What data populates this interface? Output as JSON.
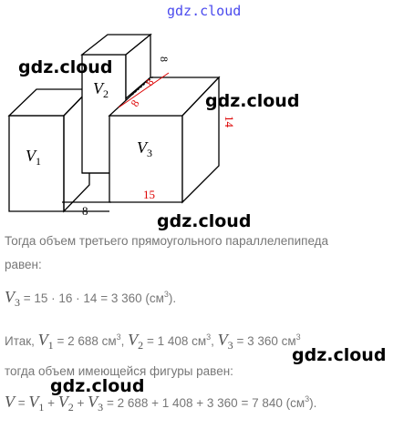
{
  "watermark": "gdz.cloud",
  "figure": {
    "labels": {
      "v1": "V",
      "v1_sub": "1",
      "v2": "V",
      "v2_sub": "2",
      "v3": "V",
      "v3_sub": "3"
    },
    "dims": {
      "top": "8",
      "mid_a": "8",
      "mid_b": "8",
      "side": "14",
      "bottom_red": "15",
      "bottom": "8"
    }
  },
  "text": {
    "line1": "Тогда объем третьего прямоугольного параллелепипеда",
    "line2": "равен:",
    "v3_formula": "= 15 · 16 · 14 = 3 360 (см",
    "v3_formula_end": ").",
    "itak": "Итак,",
    "v1_val": "= 2 688 см",
    "v2_val": "= 1 408 см",
    "v3_val": "= 3 360 см",
    "line5": "тогда объем имеющейся фигуры равен:",
    "total_formula": "= 2 688 + 1 408 + 3 360 = 7 840 (см",
    "total_end": ").",
    "cube_exp": "3"
  }
}
